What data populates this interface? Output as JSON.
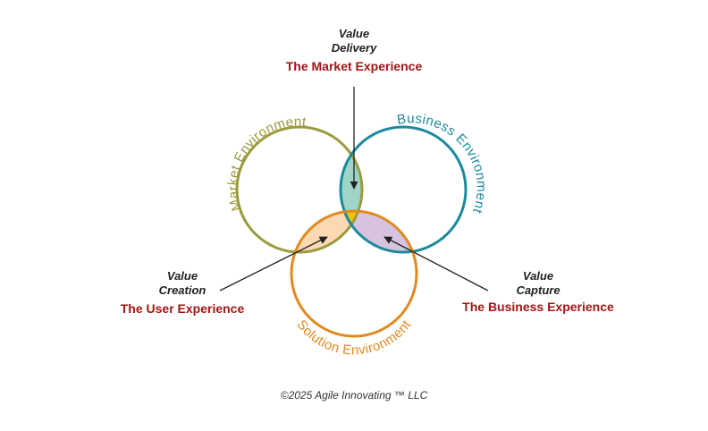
{
  "colors": {
    "market": "#9a9b3c",
    "business": "#1a8a9c",
    "solution": "#e18a1f",
    "market_business_overlap": "#9fd4c9",
    "market_solution_overlap": "#fcd9b2",
    "business_solution_overlap": "#d7c3e0",
    "center_overlap": "#f5c400",
    "callout_title": "#222222",
    "callout_sub": "#a31515",
    "arrow": "#222222"
  },
  "circles": {
    "market": {
      "label": "Market Environment"
    },
    "business": {
      "label": "Business Environment"
    },
    "solution": {
      "label": "Solution Environment"
    }
  },
  "callouts": {
    "delivery": {
      "title_line1": "Value",
      "title_line2": "Delivery",
      "subtitle": "The Market Experience"
    },
    "creation": {
      "title_line1": "Value",
      "title_line2": "Creation",
      "subtitle": "The User Experience"
    },
    "capture": {
      "title_line1": "Value",
      "title_line2": "Capture",
      "subtitle": "The Business Experience"
    }
  },
  "footer": {
    "copyright": "©2025 Agile Innovating ™ LLC"
  }
}
